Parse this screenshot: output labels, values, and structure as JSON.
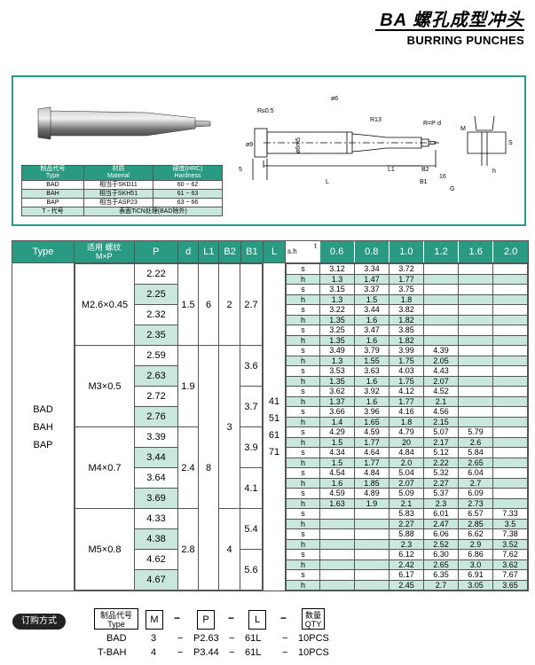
{
  "header": {
    "title_cn": "BA 螺孔成型冲头",
    "title_en": "BURRING PUNCHES"
  },
  "drawing": {
    "labels": [
      "R≤0.5",
      "ø6",
      "R13",
      "R=P·d",
      "ø9",
      "ø6m5",
      "L1",
      "B2",
      "B1",
      "L",
      "5",
      "16",
      "G",
      "M",
      "S",
      "h"
    ]
  },
  "spec_table": {
    "headers": [
      [
        "制品代号",
        "Type"
      ],
      [
        "材质",
        "Material"
      ],
      [
        "硬度(HRC)",
        "Hardness"
      ]
    ],
    "rows": [
      [
        "BAD",
        "相当于SKD11",
        "60 ~ 62"
      ],
      [
        "BAH",
        "相当于SKH51",
        "61 ~ 63"
      ],
      [
        "BAP",
        "相当于ASP23",
        "63 ~ 66"
      ]
    ],
    "note": [
      "T - 代号",
      "表面TiCN处理(BAD除外)"
    ]
  },
  "main_table": {
    "headers": {
      "type": "Type",
      "mp_cn": "适用 螺纹",
      "mp": "M×P",
      "p": "P",
      "d": "d",
      "l1": "L1",
      "b2": "B2",
      "b1": "B1",
      "l": "L",
      "t": "t",
      "sh": "s.h",
      "t_values": [
        "0.6",
        "0.8",
        "1.0",
        "1.2",
        "1.6",
        "2.0"
      ]
    },
    "types": [
      "BAD",
      "BAH",
      "BAP"
    ],
    "l_values": [
      "41",
      "51",
      "61",
      "71"
    ],
    "groups": [
      {
        "mp": "M2.6×0.45",
        "d": "1.5",
        "l1": "6",
        "b2": "2",
        "b1": "2.7",
        "p": [
          "2.22",
          "2.25",
          "2.32",
          "2.35"
        ]
      },
      {
        "mp": "M3×0.5",
        "d": "1.9",
        "l1": "",
        "b2": "",
        "b1a": "3.6",
        "b1b": "3.7",
        "p": [
          "2.59",
          "2.63",
          "2.72",
          "2.76"
        ]
      },
      {
        "mp": "M4×0.7",
        "d": "2.4",
        "l1": "8",
        "b2": "3",
        "b1a": "3.9",
        "b1b": "4.1",
        "p": [
          "3.39",
          "3.44",
          "3.64",
          "3.69"
        ]
      },
      {
        "mp": "M5×0.8",
        "d": "2.8",
        "l1": "",
        "b2": "4",
        "b1a": "5.4",
        "b1b": "5.6",
        "p": [
          "4.33",
          "4.38",
          "4.62",
          "4.67"
        ]
      }
    ],
    "sh_rows": [
      [
        "s",
        "3.12",
        "3.34",
        "3.72",
        "",
        "",
        ""
      ],
      [
        "h",
        "1.3",
        "1.47",
        "1.77",
        "",
        "",
        ""
      ],
      [
        "s",
        "3.15",
        "3.37",
        "3.75",
        "",
        "",
        ""
      ],
      [
        "h",
        "1.3",
        "1.5",
        "1.8",
        "",
        "",
        ""
      ],
      [
        "s",
        "3.22",
        "3.44",
        "3.82",
        "",
        "",
        ""
      ],
      [
        "h",
        "1.35",
        "1.6",
        "1.82",
        "",
        "",
        ""
      ],
      [
        "s",
        "3.25",
        "3.47",
        "3.85",
        "",
        "",
        ""
      ],
      [
        "h",
        "1.35",
        "1.6",
        "1.82",
        "",
        "",
        ""
      ],
      [
        "s",
        "3.49",
        "3.79",
        "3.99",
        "4.39",
        "",
        ""
      ],
      [
        "h",
        "1.3",
        "1.55",
        "1.75",
        "2.05",
        "",
        ""
      ],
      [
        "s",
        "3.53",
        "3.63",
        "4.03",
        "4.43",
        "",
        ""
      ],
      [
        "h",
        "1.35",
        "1.6",
        "1.75",
        "2.07",
        "",
        ""
      ],
      [
        "s",
        "3.62",
        "3.92",
        "4.12",
        "4.52",
        "",
        ""
      ],
      [
        "h",
        "1.37",
        "1.6",
        "1.77",
        "2.1",
        "",
        ""
      ],
      [
        "s",
        "3.66",
        "3.96",
        "4.16",
        "4.56",
        "",
        ""
      ],
      [
        "h",
        "1.4",
        "1.65",
        "1.8",
        "2.15",
        "",
        ""
      ],
      [
        "s",
        "4.29",
        "4.59",
        "4.79",
        "5.07",
        "5.79",
        ""
      ],
      [
        "h",
        "1.5",
        "1.77",
        "20",
        "2.17",
        "2.6",
        ""
      ],
      [
        "s",
        "4.34",
        "4.64",
        "4.84",
        "5.12",
        "5.84",
        ""
      ],
      [
        "h",
        "1.5",
        "1.77",
        "2.0",
        "2.22",
        "2.65",
        ""
      ],
      [
        "s",
        "4.54",
        "4.84",
        "5.04",
        "5.32",
        "6.04",
        ""
      ],
      [
        "h",
        "1.6",
        "1.85",
        "2.07",
        "2.27",
        "2.7",
        ""
      ],
      [
        "s",
        "4.59",
        "4.89",
        "5.09",
        "5.37",
        "6.09",
        ""
      ],
      [
        "h",
        "1.63",
        "1.9",
        "2.1",
        "2.3",
        "2.73",
        ""
      ],
      [
        "s",
        "",
        "",
        "5.83",
        "6.01",
        "6.57",
        "7.33"
      ],
      [
        "h",
        "",
        "",
        "2.27",
        "2.47",
        "2.85",
        "3.5"
      ],
      [
        "s",
        "",
        "",
        "5.88",
        "6.06",
        "6.62",
        "7.38"
      ],
      [
        "h",
        "",
        "",
        "2.3",
        "2.52",
        "2.9",
        "3.52"
      ],
      [
        "s",
        "",
        "",
        "6.12",
        "6.30",
        "6.86",
        "7.62"
      ],
      [
        "h",
        "",
        "",
        "2.42",
        "2.65",
        "3.0",
        "3.62"
      ],
      [
        "s",
        "",
        "",
        "6.17",
        "6.35",
        "6.91",
        "7.67"
      ],
      [
        "h",
        "",
        "",
        "2.45",
        "2.7",
        "3.05",
        "3.65"
      ]
    ]
  },
  "order": {
    "badge": "订购方式",
    "fields": [
      {
        "cn": "制品代号",
        "en": "Type"
      },
      {
        "cn": "M"
      },
      {
        "cn": "P"
      },
      {
        "cn": "L"
      },
      {
        "cn": "数量",
        "en": "QTY"
      }
    ],
    "dash": "−",
    "examples": [
      [
        "BAD",
        "3",
        "P2.63",
        "61L",
        "10PCS"
      ],
      [
        "T-BAH",
        "4",
        "P3.44",
        "61L",
        "10PCS"
      ]
    ]
  }
}
